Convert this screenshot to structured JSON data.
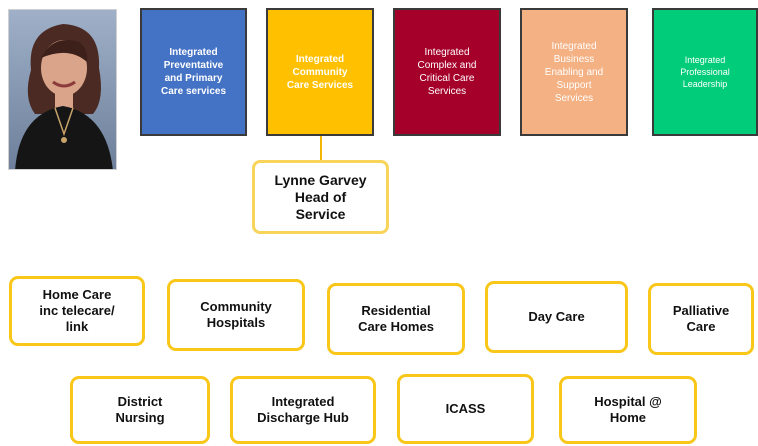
{
  "photo": {
    "alt": "head of service portrait"
  },
  "directorates": [
    {
      "label": "Integrated\nPreventative\nand Primary\nCare services",
      "bg": "#4472c4",
      "fg": "#ffffff"
    },
    {
      "label": "Integrated\nCommunity\nCare Services",
      "bg": "#ffc000",
      "fg": "#ffffff"
    },
    {
      "label": "Integrated\nComplex and\nCritical Care\nServices",
      "bg": "#a5002a",
      "fg": "#ffffff"
    },
    {
      "label": "Integrated\nBusiness\nEnabling and\nSupport\nServices",
      "bg": "#f4b183",
      "fg": "#ffffff"
    },
    {
      "label": "Integrated\nProfessional\nLeadership",
      "bg": "#00cc7a",
      "fg": "#ffffff"
    }
  ],
  "head_of_service": {
    "label": "Lynne Garvey\nHead of\nService"
  },
  "services_row1": [
    {
      "label": "Home Care\ninc telecare/\nlink"
    },
    {
      "label": "Community\nHospitals"
    },
    {
      "label": "Residential\nCare Homes"
    },
    {
      "label": "Day Care"
    },
    {
      "label": "Palliative\nCare"
    }
  ],
  "services_row2": [
    {
      "label": "District\nNursing"
    },
    {
      "label": "Integrated\nDischarge Hub"
    },
    {
      "label": "ICASS"
    },
    {
      "label": "Hospital @\nHome"
    }
  ],
  "colors": {
    "service_border": "#f8c719",
    "head_border": "#f8d55a",
    "connector": "#f2b705"
  }
}
